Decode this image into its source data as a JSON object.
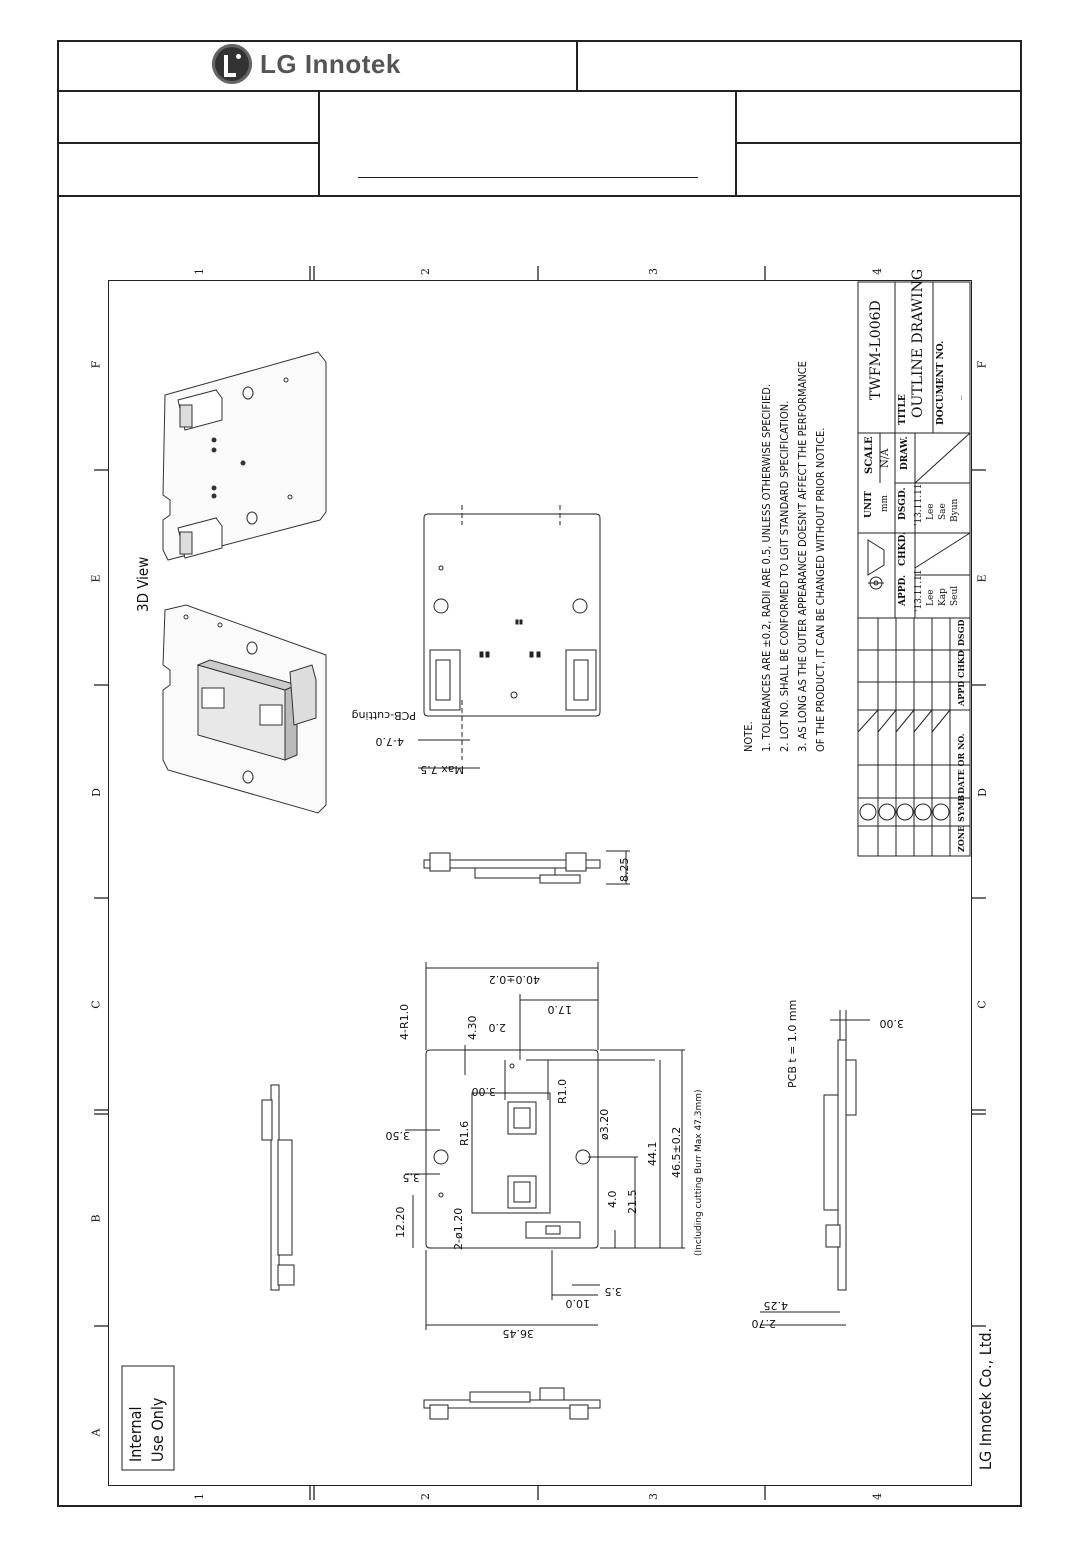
{
  "header": {
    "brand": "LG Innotek"
  },
  "ruler": {
    "columns": [
      "1",
      "2",
      "3",
      "4"
    ],
    "rows": [
      "F",
      "E",
      "D",
      "C",
      "B",
      "A"
    ]
  },
  "views": {
    "view3d_label": "3D View",
    "internal_label": [
      "Internal",
      "Use Only"
    ],
    "company_footer": "LG Innotek Co., Ltd."
  },
  "notes": {
    "heading": "NOTE.",
    "lines": [
      "1.  TOLERANCES ARE ±0.2, RADII ARE 0.5, UNLESS OTHERWISE SPECIFIED.",
      "2.  LOT NO. SHALL BE CONFORMED TO LGIT STANDARD SPECIFICATION.",
      "3.  AS LONG AS THE OUTER APPEARANCE DOESN'T AFFECT THE PERFORMANCE",
      "     OF THE PRODUCT, IT CAN BE CHANGED WITHOUT PRIOR NOTICE."
    ]
  },
  "title_block": {
    "part_no": "TWFM-L006D",
    "title_label": "TITLE",
    "title": "OUTLINE  DRAWING",
    "doc_label": "DOCUMENT NO.",
    "doc_value": "_",
    "scale_label": "SCALE",
    "scale_value": "N/A",
    "unit_label": "UNIT",
    "unit_value": "mm",
    "draw_label": "DRAW.",
    "dsgd_label": "DSGD.",
    "dsgd_date": "'13.11.11",
    "dsgd_name1": "Lee",
    "dsgd_name2": "Sae",
    "dsgd_name3": "Byun",
    "chkd_label": "CHKD.",
    "appd_label": "APPD.",
    "appd_date": "'13.11.11",
    "appd_name1": "Lee",
    "appd_name2": "Kap",
    "appd_name3": "Seul",
    "rev_headers": [
      "ZONE",
      "SYMB",
      "DATE OR NO.",
      "APPD",
      "CHKD",
      "DSGD"
    ]
  },
  "dimensions": {
    "pcb_cutting": "PCB-cutting",
    "d_4_70": "4-7.0",
    "max_75": "Max 7.5",
    "h_825": "8.25",
    "w_400": "40.0±0.2",
    "d_170": "17.0",
    "r_4r10": "4-R1.0",
    "d_430": "4.30",
    "d_20": "2.0",
    "d_300": "3.00",
    "r10": "R1.0",
    "d_350": "3.50",
    "r16": "R1.6",
    "phi320": "ø3.20",
    "d_35a": "3.5",
    "d_1220": "12.20",
    "phi120": "2-ø1.20",
    "d_40": "4.0",
    "d_215": "21.5",
    "d_441": "44.1",
    "d_465": "46.5±0.2",
    "incl": "(Including cutting Burr Max 47.3mm)",
    "d_35b": "3.5",
    "d_100": "10.0",
    "d_3645": "36.45",
    "pcb_t": "PCB t = 1.0 mm",
    "d_300b": "3.00",
    "d_425": "4.25",
    "d_270": "2.70"
  }
}
